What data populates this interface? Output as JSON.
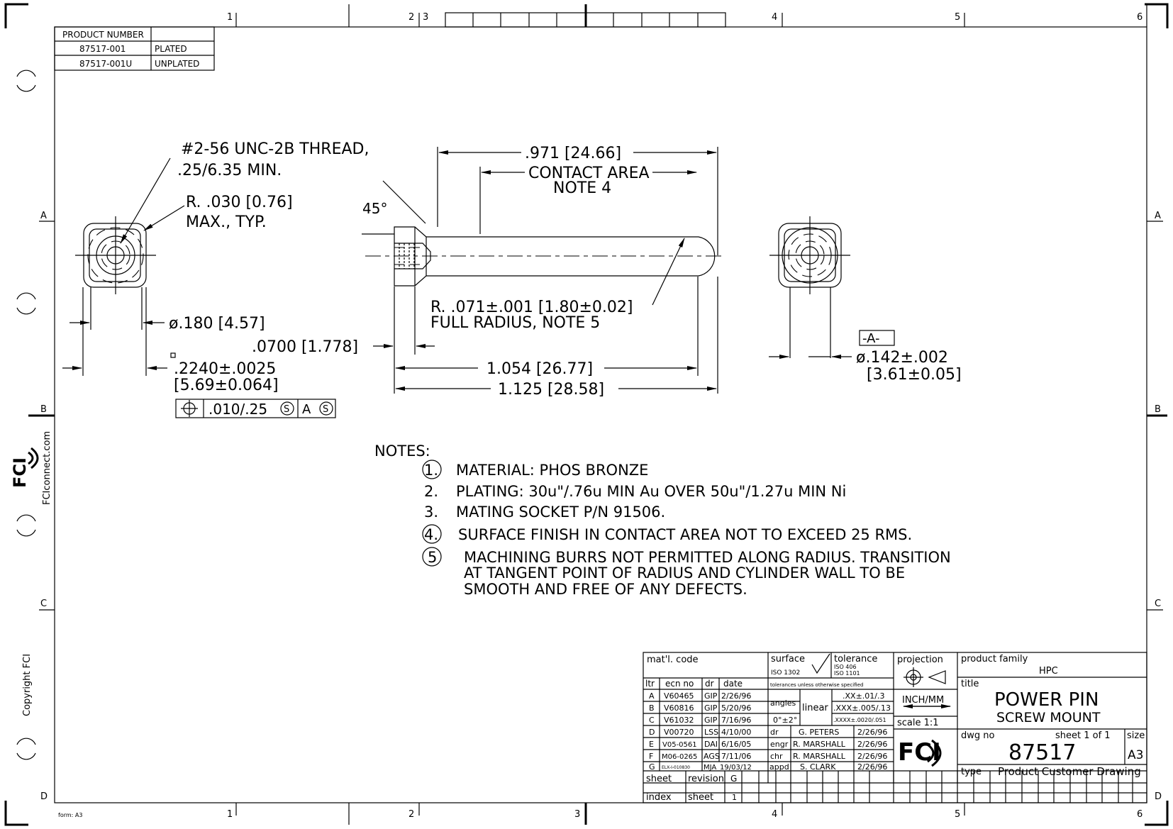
{
  "border": {
    "top_zones": [
      "1",
      "2",
      "3",
      "4",
      "5",
      "6"
    ],
    "bottom_zones": [
      "1",
      "2",
      "3",
      "4",
      "5",
      "6"
    ],
    "side_zones": [
      "A",
      "B",
      "C",
      "D"
    ],
    "form": "form: A3"
  },
  "product_table": {
    "header": "PRODUCT NUMBER",
    "rows": [
      {
        "number": "87517-001",
        "desc": "PLATED"
      },
      {
        "number": "87517-001U",
        "desc": "UNPLATED"
      }
    ]
  },
  "side_text": {
    "website": "FCIconnect.com",
    "copyright": "Copyright FCI"
  },
  "dims": {
    "thread_1": "#2-56 UNC-2B THREAD,",
    "thread_2": ".25/6.35 MIN.",
    "radius_1": "R. .030 [0.76]",
    "radius_2": "MAX., TYP.",
    "angle": "45°",
    "overall_971": ".971 [24.66]",
    "contact_1": "CONTACT AREA",
    "contact_2": "NOTE 4",
    "full_radius_1": "R. .071±.001 [1.80±0.02]",
    "full_radius_2": "FULL RADIUS, NOTE 5",
    "dia_180": "ø.180 [4.57]",
    "d0700": ".0700 [1.778]",
    "sq_1": ".2240±.0025",
    "sq_2": "[5.69±0.064]",
    "len_1054": "1.054 [26.77]",
    "len_1125": "1.125 [28.58]",
    "datum": "-A-",
    "dia_142_1": "ø.142±.002",
    "dia_142_2": "[3.61±0.05]",
    "fcf_tol": ".010/.25",
    "fcf_s1": "S",
    "fcf_datum": "A",
    "fcf_s2": "S"
  },
  "notes": {
    "heading": "NOTES:",
    "items": [
      {
        "num": "1.",
        "circled": true,
        "lines": [
          "MATERIAL: PHOS BRONZE"
        ]
      },
      {
        "num": "2.",
        "circled": false,
        "lines": [
          "PLATING: 30u\"/.76u MIN Au OVER 50u\"/1.27u MIN Ni"
        ]
      },
      {
        "num": "3.",
        "circled": false,
        "lines": [
          "MATING SOCKET P/N 91506."
        ]
      },
      {
        "num": "4.",
        "circled": true,
        "lines": [
          "SURFACE FINISH IN CONTACT AREA NOT TO EXCEED 25 RMS."
        ]
      },
      {
        "num": "5",
        "circled": true,
        "lines": [
          "MACHINING BURRS NOT PERMITTED ALONG RADIUS.  TRANSITION",
          "AT TANGENT POINT OF RADIUS AND CYLINDER WALL TO BE",
          "SMOOTH AND FREE OF ANY DEFECTS."
        ]
      }
    ]
  },
  "title_block": {
    "matl_code": "mat'l. code",
    "surface": "surface",
    "surface_std": "ISO 1302",
    "tolerance": "tolerance",
    "tol_std_1": "ISO 406",
    "tol_std_2": "ISO 1101",
    "tol_note": "tolerances unless otherwise specified",
    "projection": "projection",
    "units": "INCH/MM",
    "scale": "scale 1:1",
    "angles": "angles",
    "angles_val": "0°±2°",
    "linear": "linear",
    "lin_xx": ".XX±.01/.3",
    "lin_xxx": ".XXX±.005/.13",
    "lin_xxxx": ".XXXX±.0020/.051",
    "rev_head": {
      "ltr": "ltr",
      "ecn": "ecn no",
      "dr": "dr",
      "date": "date"
    },
    "revisions": [
      {
        "ltr": "A",
        "ecn": "V60465",
        "dr": "GIP",
        "date": "2/26/96"
      },
      {
        "ltr": "B",
        "ecn": "V60816",
        "dr": "GIP",
        "date": "5/20/96"
      },
      {
        "ltr": "C",
        "ecn": "V61032",
        "dr": "GIP",
        "date": "7/16/96"
      },
      {
        "ltr": "D",
        "ecn": "V00720",
        "dr": "LSS",
        "date": "4/10/00"
      },
      {
        "ltr": "E",
        "ecn": "V05-0561",
        "dr": "DAI",
        "date": "6/16/05"
      },
      {
        "ltr": "F",
        "ecn": "M06-0265",
        "dr": "AGS",
        "date": "7/11/06"
      },
      {
        "ltr": "G",
        "ecn": "ELX-I-010830",
        "dr": "MJA",
        "date": "19/03/12"
      }
    ],
    "signoffs": [
      {
        "role": "dr",
        "name": "G. PETERS",
        "date": "2/26/96"
      },
      {
        "role": "engr",
        "name": "R. MARSHALL",
        "date": "2/26/96"
      },
      {
        "role": "chr",
        "name": "R. MARSHALL",
        "date": "2/26/96"
      },
      {
        "role": "appd",
        "name": "S. CLARK",
        "date": "2/26/96"
      }
    ],
    "sheet_label": "sheet",
    "index_label": "index",
    "revision_label": "revision",
    "revision_val": "G",
    "sheet_label2": "sheet",
    "sheet_val": "1",
    "logo": "FCI",
    "product_family": "product family",
    "product_family_val": "HPC",
    "title_label": "title",
    "title_1": "POWER PIN",
    "title_2": "SCREW MOUNT",
    "dwg_no": "dwg no",
    "sheet_of": "sheet 1 of 1",
    "size": "size",
    "size_val": "A3",
    "dwg_val": "87517",
    "type_label": "type",
    "type_val": "Product Customer Drawing"
  }
}
